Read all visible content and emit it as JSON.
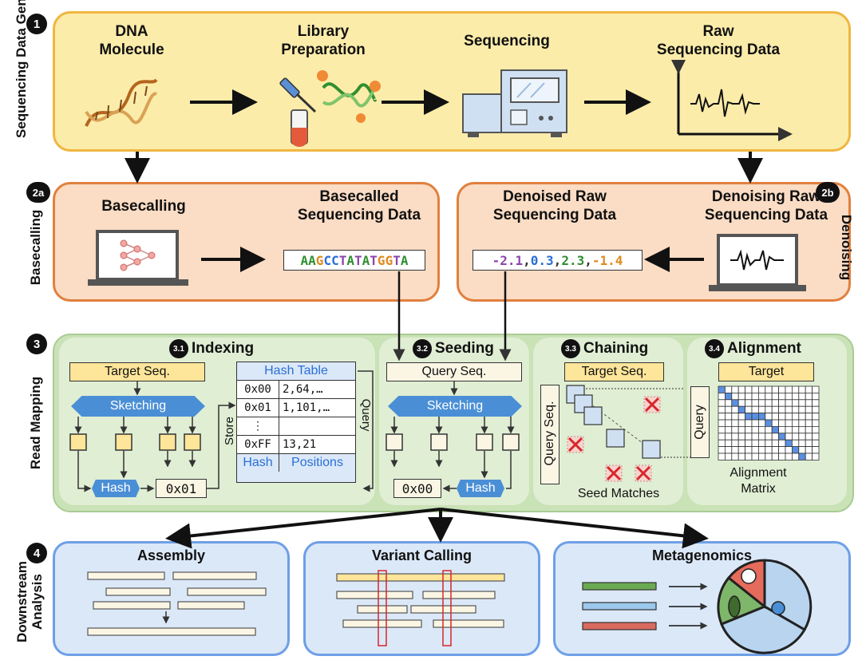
{
  "sections": {
    "s1": {
      "badge": "1",
      "side_label": "Sequencing Data Generation",
      "steps": {
        "dna": "DNA\nMolecule",
        "library": "Library\nPreparation",
        "sequencing": "Sequencing",
        "raw": "Raw\nSequencing Data"
      }
    },
    "s2a": {
      "badge": "2a",
      "side_label": "Basecalling",
      "steps": {
        "basecalling": "Basecalling",
        "basecalled": "Basecalled\nSequencing Data"
      },
      "sequence": [
        {
          "c": "A",
          "col": "#2f8f2f"
        },
        {
          "c": "A",
          "col": "#2f8f2f"
        },
        {
          "c": "G",
          "col": "#e08a1e"
        },
        {
          "c": "C",
          "col": "#2a6fd6"
        },
        {
          "c": "C",
          "col": "#2a6fd6"
        },
        {
          "c": "T",
          "col": "#8e44ad"
        },
        {
          "c": "A",
          "col": "#2f8f2f"
        },
        {
          "c": "T",
          "col": "#8e44ad"
        },
        {
          "c": "A",
          "col": "#2f8f2f"
        },
        {
          "c": "T",
          "col": "#8e44ad"
        },
        {
          "c": "G",
          "col": "#e08a1e"
        },
        {
          "c": "G",
          "col": "#e08a1e"
        },
        {
          "c": "T",
          "col": "#8e44ad"
        },
        {
          "c": "A",
          "col": "#2f8f2f"
        }
      ]
    },
    "s2b": {
      "badge": "2b",
      "side_label": "Denoising",
      "steps": {
        "denoised": "Denoised Raw\nSequencing Data",
        "denoising": "Denoising Raw\nSequencing Data"
      },
      "values": [
        {
          "t": "-2.1",
          "col": "#8e44ad"
        },
        {
          "t": ",",
          "col": "#333"
        },
        {
          "t": "0.3",
          "col": "#2a6fd6"
        },
        {
          "t": ",",
          "col": "#333"
        },
        {
          "t": "2.3",
          "col": "#2f8f2f"
        },
        {
          "t": ",",
          "col": "#333"
        },
        {
          "t": "-1.4",
          "col": "#e08a1e"
        }
      ]
    },
    "s3": {
      "badge": "3",
      "side_label": "Read Mapping",
      "indexing": {
        "badge": "3.1",
        "title": "Indexing",
        "target": "Target Seq.",
        "sketching": "Sketching",
        "hash": "Hash",
        "hash_value": "0x01",
        "store": "Store",
        "query": "Query",
        "table_title": "Hash Table",
        "rows": [
          {
            "k": "0x00",
            "v": "2,64,…"
          },
          {
            "k": "0x01",
            "v": "1,101,…"
          },
          {
            "k": "⋮",
            "v": ""
          },
          {
            "k": "0xFF",
            "v": "13,21"
          }
        ],
        "foot_hash": "Hash",
        "foot_positions": "Positions"
      },
      "seeding": {
        "badge": "3.2",
        "title": "Seeding",
        "query": "Query Seq.",
        "sketching": "Sketching",
        "hash": "Hash",
        "hash_value": "0x00"
      },
      "chaining": {
        "badge": "3.3",
        "title": "Chaining",
        "target": "Target Seq.",
        "query": "Query Seq.",
        "caption": "Seed Matches"
      },
      "alignment": {
        "badge": "3.4",
        "title": "Alignment",
        "target": "Target",
        "query": "Query",
        "caption": "Alignment\nMatrix"
      }
    },
    "s4": {
      "badge": "4",
      "side_label": "Downstream\nAnalysis",
      "assembly": "Assembly",
      "variant": "Variant Calling",
      "metagenomics": "Metagenomics"
    }
  },
  "colors": {
    "yellow_bg": "#fcecaa",
    "orange_bg": "#fbdcc4",
    "green_bg": "#c9e2b6",
    "blue_bg": "#dbe8f8",
    "accent_blue": "#4a8fd6",
    "red_x": "#d8262b"
  },
  "icons": [
    "dna-helix-icon",
    "pipette-tube-icon",
    "sequencer-machine-icon",
    "signal-plot-icon",
    "laptop-neural-net-icon",
    "laptop-signal-icon",
    "pie-chart-microbes-icon"
  ]
}
